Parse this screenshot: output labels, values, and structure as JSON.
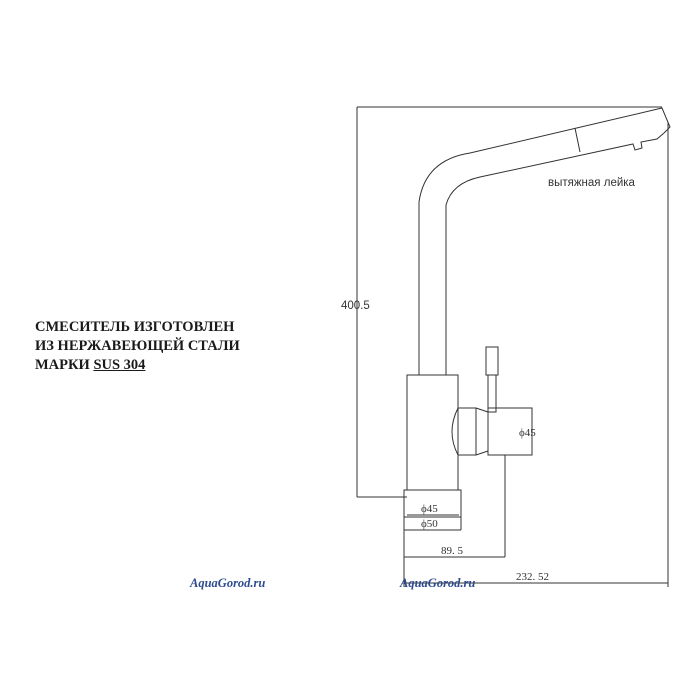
{
  "note": {
    "line1": "СМЕСИТЕЛЬ ИЗГОТОВЛЕН",
    "line2": "ИЗ НЕРЖАВЕЮЩЕЙ СТАЛИ",
    "line3_prefix": "МАРКИ ",
    "line3_material": "SUS 304"
  },
  "labels": {
    "pullout": "вытяжная лейка",
    "height": "400.5",
    "handle_diameter": "ϕ45",
    "base_inner_diameter": "ϕ45",
    "base_outer_diameter": "ϕ50",
    "handle_reach": "89. 5",
    "total_reach": "232. 52"
  },
  "watermarks": [
    "AquaGorod.ru",
    "AquaGorod.ru"
  ],
  "colors": {
    "line": "#333333",
    "watermark": "#2d4b8e"
  }
}
